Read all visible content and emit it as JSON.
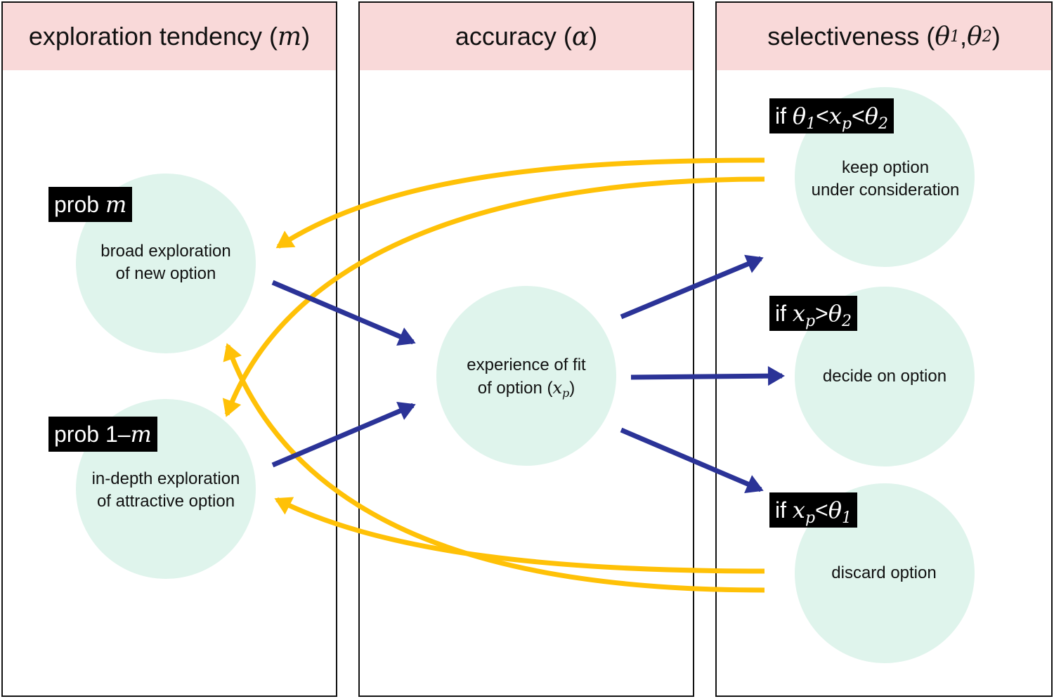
{
  "panels": {
    "exploration": {
      "title": "exploration tendency (",
      "var": "m",
      "close": ")"
    },
    "accuracy": {
      "title": "accuracy (",
      "var": "α",
      "close": ")"
    },
    "selectiveness": {
      "title": "selectiveness (",
      "var1": "θ",
      "sub1": "1",
      "sep": ", ",
      "var2": "θ",
      "sub2": "2",
      "close": ")"
    }
  },
  "nodes": {
    "broad": {
      "line1": "broad exploration",
      "line2": "of new option"
    },
    "indepth": {
      "line1": "in-depth exploration",
      "line2": "of attractive option"
    },
    "experience": {
      "line1": "experience of fit",
      "line2_pre": "of option (",
      "var": "x",
      "sub": "p",
      "line2_post": ")"
    },
    "keep": {
      "line1": "keep option",
      "line2": "under consideration"
    },
    "decide": {
      "line1": "decide on option"
    },
    "discard": {
      "line1": "discard option"
    }
  },
  "tags": {
    "prob_m": {
      "pre": "prob ",
      "var": "m"
    },
    "prob_1m": {
      "pre": "prob 1–",
      "var": "m"
    },
    "keep_cond": {
      "pre": "if ",
      "a": "θ",
      "a_sub": "1",
      "lt1": "<",
      "b": "x",
      "b_sub": "p",
      "lt2": "<",
      "c": "θ",
      "c_sub": "2"
    },
    "decide_cond": {
      "pre": "if ",
      "a": "x",
      "a_sub": "p",
      "op": ">",
      "b": "θ",
      "b_sub": "2"
    },
    "discard_cond": {
      "pre": "if ",
      "a": "x",
      "a_sub": "p",
      "op": "<",
      "b": "θ",
      "b_sub": "1"
    }
  },
  "colors": {
    "header_bg": "#f9d9d9",
    "circle_bg": "#dff4ec",
    "blue_arrow": "#2b3397",
    "yellow_arrow": "#ffc107",
    "tag_bg": "#000000",
    "border": "#111111"
  }
}
